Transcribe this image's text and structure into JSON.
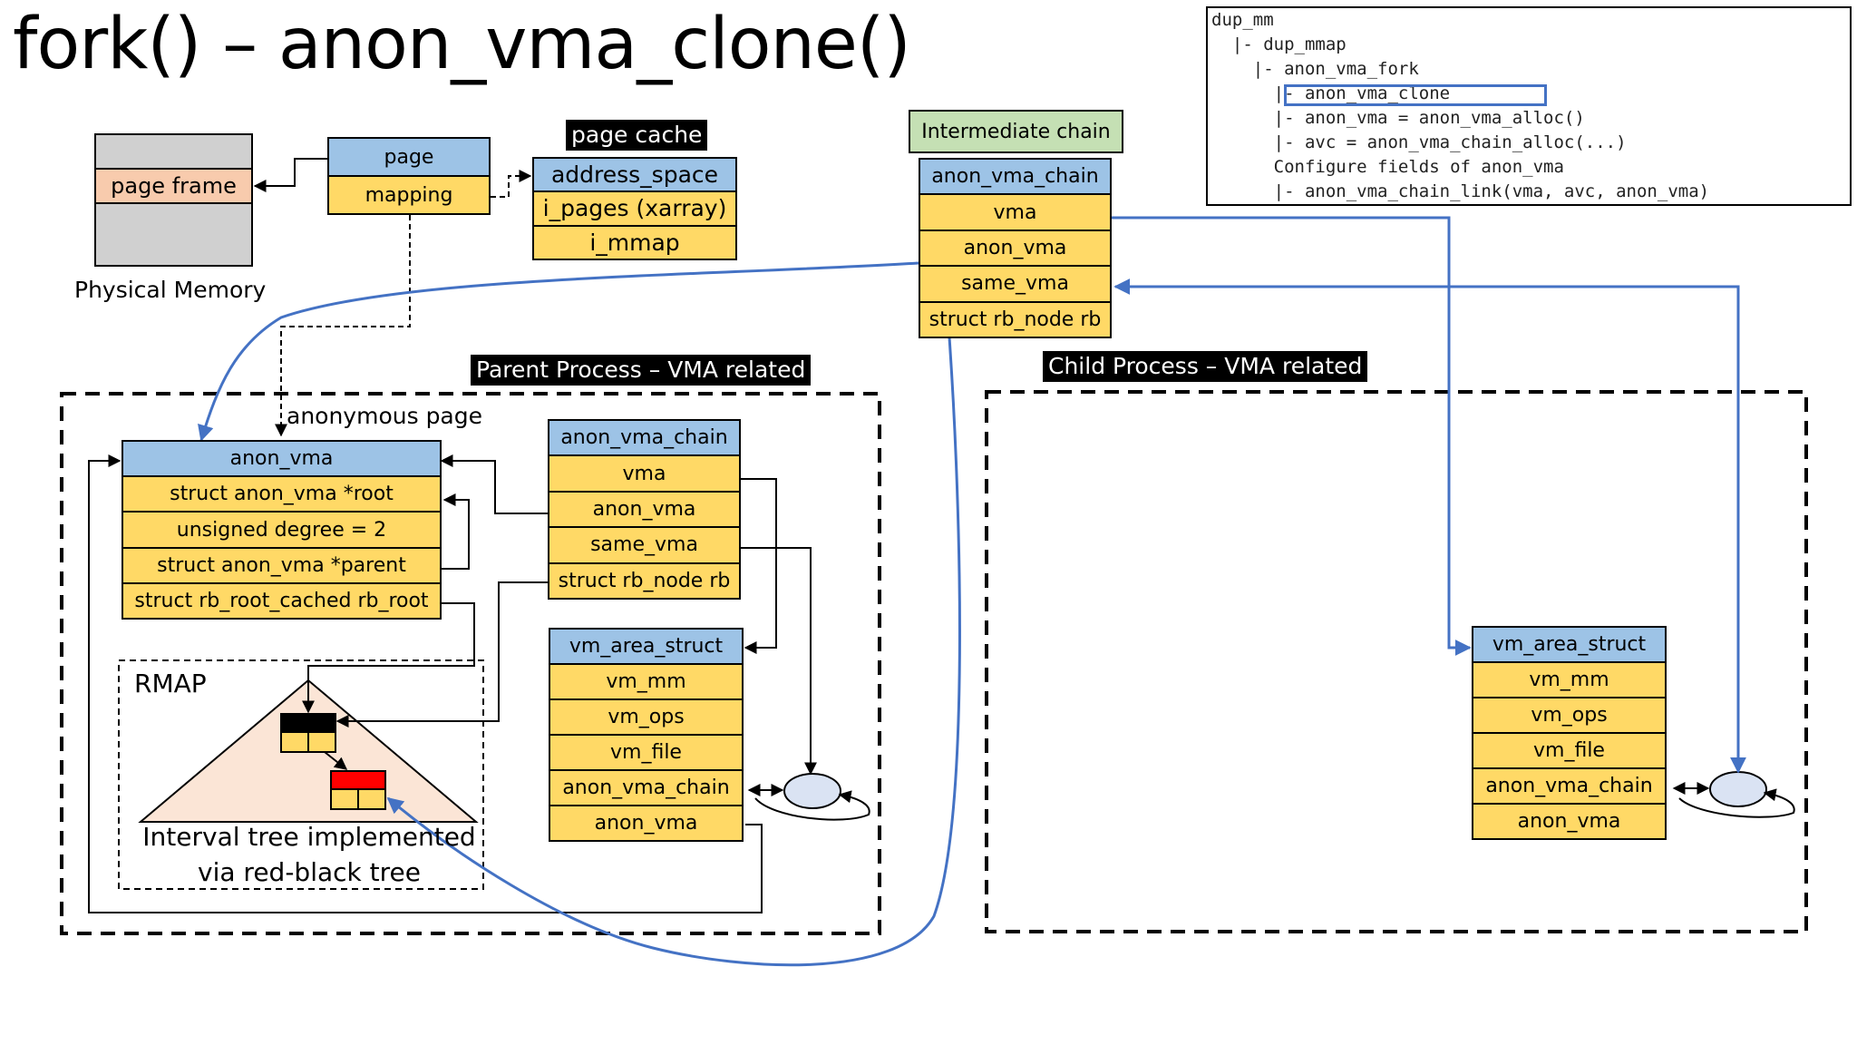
{
  "title": "fork() – anon_vma_clone()",
  "physical_memory": {
    "frame_label": "page frame",
    "caption": "Physical Memory"
  },
  "page_struct": {
    "header": "page",
    "field": "mapping"
  },
  "page_cache": {
    "tag": "page cache",
    "header": "address_space",
    "fields": [
      "i_pages (xarray)",
      "i_mmap"
    ]
  },
  "intermediate": {
    "tag": "Intermediate chain",
    "header": "anon_vma_chain",
    "fields": [
      "vma",
      "anon_vma",
      "same_vma",
      "struct rb_node rb"
    ]
  },
  "parent": {
    "tag": "Parent Process – VMA related",
    "anonymous_page": "anonymous page",
    "anon_vma": {
      "header": "anon_vma",
      "fields": [
        "struct anon_vma *root",
        "unsigned degree = 2",
        "struct anon_vma *parent",
        "struct rb_root_cached rb_root"
      ]
    },
    "avc": {
      "header": "anon_vma_chain",
      "fields": [
        "vma",
        "anon_vma",
        "same_vma",
        "struct rb_node rb"
      ]
    },
    "vma": {
      "header": "vm_area_struct",
      "fields": [
        "vm_mm",
        "vm_ops",
        "vm_file",
        "anon_vma_chain",
        "anon_vma"
      ]
    },
    "rmap": {
      "label": "RMAP",
      "caption_line1": "Interval tree implemented",
      "caption_line2": "via red-black tree"
    }
  },
  "child": {
    "tag": "Child Process – VMA related",
    "vma": {
      "header": "vm_area_struct",
      "fields": [
        "vm_mm",
        "vm_ops",
        "vm_file",
        "anon_vma_chain",
        "anon_vma"
      ]
    }
  },
  "call_tree": {
    "lines": [
      "dup_mm",
      "  |- dup_mmap",
      "    |- anon_vma_fork",
      "      |- anon_vma_clone",
      "      |- anon_vma = anon_vma_alloc()",
      "      |- avc = anon_vma_chain_alloc(...)",
      "      Configure fields of anon_vma",
      "      |- anon_vma_chain_link(vma, avc, anon_vma)"
    ],
    "highlight_index": 3
  },
  "colors": {
    "header_blue": "#9dc3e6",
    "field_yellow": "#ffd966",
    "page_frame_peach": "#f8cbad",
    "memory_gray": "#d0d0d0",
    "intermediate_green": "#c5e0b4",
    "arrow_blue": "#4472c4",
    "rmap_fill": "#fbe5d6",
    "node_red": "#ff0000",
    "list_head_fill": "#dae3f3"
  }
}
